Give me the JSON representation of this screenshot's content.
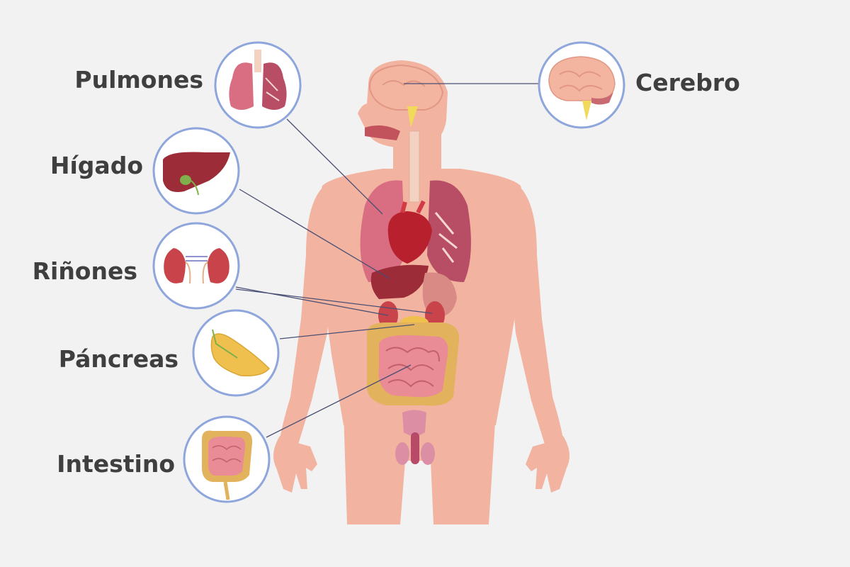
{
  "labels": {
    "pulmones": "Pulmones",
    "higado": "Hígado",
    "rinones": "Riñones",
    "pancreas": "Páncreas",
    "intestino": "Intestino",
    "cerebro": "Cerebro"
  },
  "icons": {
    "lungs": "lungs-icon",
    "liver": "liver-icon",
    "kidneys": "kidneys-icon",
    "pancreas": "pancreas-icon",
    "intestine": "intestine-icon",
    "brain": "brain-icon"
  },
  "colors": {
    "background": "#f2f2f2",
    "skin": "#f2b3a0",
    "circle_border": "#8ea6dc",
    "leader_line": "#4a4f74",
    "label_text": "#3f3f3f",
    "lung": "#d96d82",
    "liver": "#9b2c38",
    "kidney": "#c8434a",
    "heart": "#b7202c",
    "intestine": "#e98c95",
    "colon": "#e3b25c",
    "pancreas": "#f0c04f",
    "brain": "#f3b5a0"
  }
}
